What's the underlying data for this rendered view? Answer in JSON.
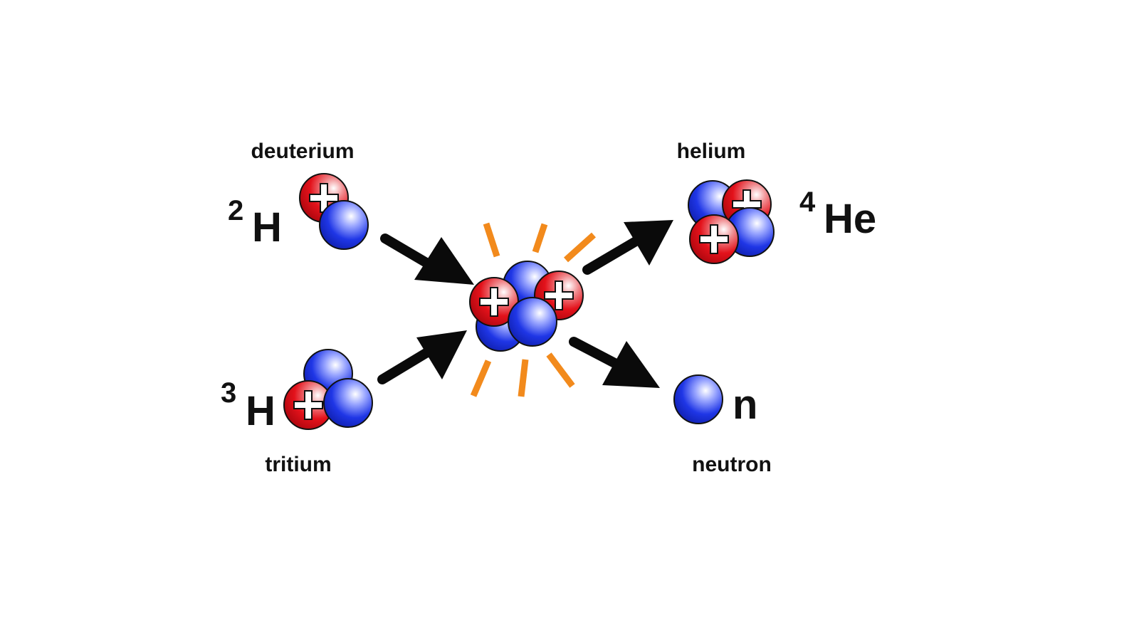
{
  "labels": {
    "deuterium": "deuterium",
    "tritium": "tritium",
    "helium": "helium",
    "neutron": "neutron"
  },
  "symbols": {
    "deuterium": {
      "mass": "2",
      "element": "H"
    },
    "tritium": {
      "mass": "3",
      "element": "H"
    },
    "helium": {
      "mass": "4",
      "element": "He"
    },
    "neutron": {
      "element": "n"
    }
  },
  "proton_sign": "+",
  "colors": {
    "proton": "#e3121b",
    "neutron": "#1f36e6",
    "arrow": "#0a0a0a",
    "burst": "#f28a1c",
    "text": "#111111",
    "background": "#ffffff"
  }
}
